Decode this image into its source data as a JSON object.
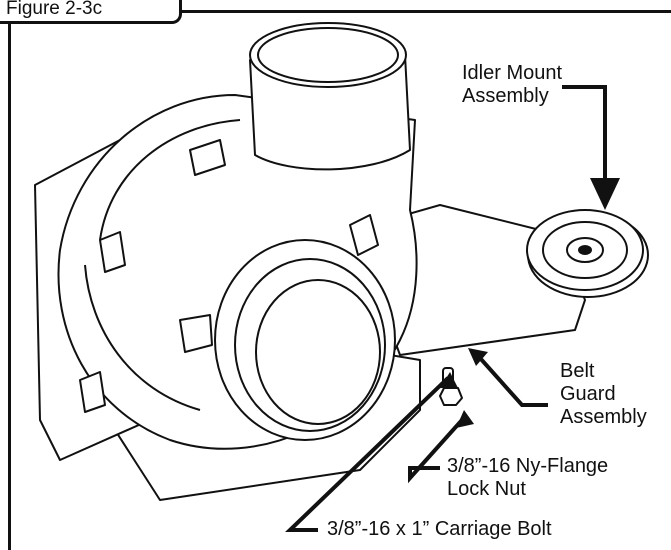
{
  "figure_label": "Figure 2-3c",
  "labels": {
    "idler_mount": [
      "Idler Mount",
      "Assembly"
    ],
    "belt_guard": [
      "Belt",
      "Guard",
      "Assembly"
    ],
    "lock_nut": [
      "3/8”-16 Ny-Flange",
      "Lock Nut"
    ],
    "carriage_bolt": "3/8”-16 x 1” Carriage Bolt"
  }
}
